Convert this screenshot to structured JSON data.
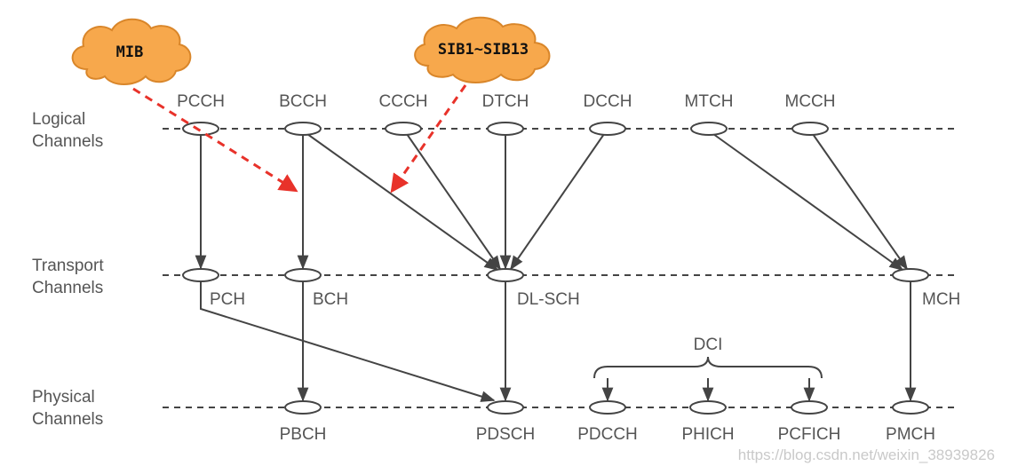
{
  "layers": {
    "logical": [
      "Logical",
      "Channels"
    ],
    "transport": [
      "Transport",
      "Channels"
    ],
    "physical": [
      "Physical",
      "Channels"
    ]
  },
  "logical_channels": [
    "PCCH",
    "BCCH",
    "CCCH",
    "DTCH",
    "DCCH",
    "MTCH",
    "MCCH"
  ],
  "transport_channels": [
    "PCH",
    "BCH",
    "DL-SCH",
    "MCH"
  ],
  "physical_channels": [
    "PBCH",
    "PDSCH",
    "PDCCH",
    "PHICH",
    "PCFICH",
    "PMCH"
  ],
  "dci_label": "DCI",
  "clouds": {
    "mib": "MIB",
    "sib": "SIB1~SIB13"
  },
  "watermark": "https://blog.csdn.net/weixin_38939826",
  "colors": {
    "line": "#444444",
    "dashed_arrow": "#e8322a",
    "cloud_fill": "#f7a84c",
    "cloud_stroke": "#d9862a",
    "text": "#555555"
  },
  "icons": {
    "cloud": "cloud-icon"
  }
}
